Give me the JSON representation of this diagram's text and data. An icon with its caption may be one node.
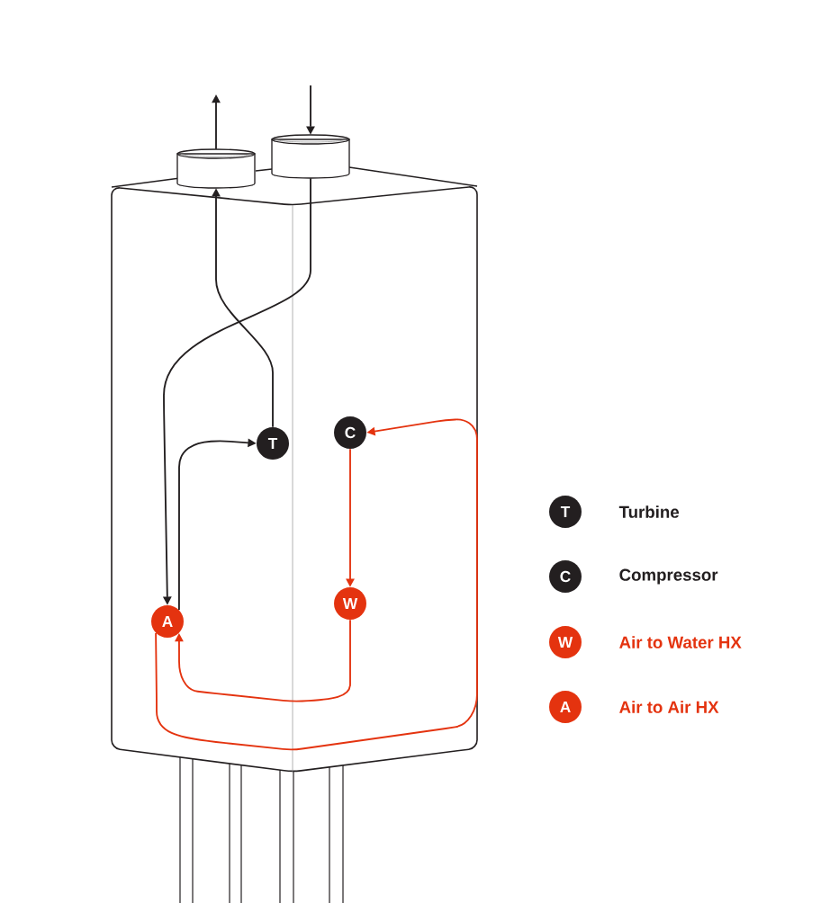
{
  "diagram": {
    "nodes": [
      {
        "text": [],
        "shape": "box"
      },
      {
        "text": [],
        "shape": "cylinder"
      },
      {
        "text": [],
        "shape": "cylinder"
      },
      {
        "text": [
          "T"
        ],
        "in": 0
      },
      {
        "text": [
          "C"
        ],
        "in": 0
      },
      {
        "text": [
          "W"
        ],
        "in": 0
      },
      {
        "text": [
          "A"
        ],
        "in": 0
      },
      {
        "text": [
          "T"
        ],
        "beside": [
          "Turbine"
        ]
      },
      {
        "text": [
          "C"
        ],
        "beside": [
          "Compressor"
        ]
      },
      {
        "text": [
          "W"
        ],
        "beside": [
          "Air to Water HX"
        ]
      },
      {
        "text": [
          "A"
        ],
        "beside": [
          "Air to Air HX"
        ]
      }
    ],
    "edges": [
      {
        "from": 2,
        "to": 6,
        "arrow": "to"
      },
      {
        "from": 3,
        "to": 1,
        "arrow": "to"
      },
      {
        "from": 1,
        "to": null,
        "arrow": "to"
      },
      {
        "from": null,
        "to": 2,
        "arrow": "to"
      },
      {
        "from": 6,
        "to": 3,
        "arrow": "to"
      },
      {
        "from": 4,
        "to": 5,
        "arrow": "to",
        "color": "#e4330f"
      },
      {
        "from": 5,
        "to": 6,
        "arrow": "to",
        "color": "#e4330f"
      },
      {
        "from": 6,
        "to": 4,
        "arrow": "to",
        "color": "#e4330f"
      }
    ]
  }
}
